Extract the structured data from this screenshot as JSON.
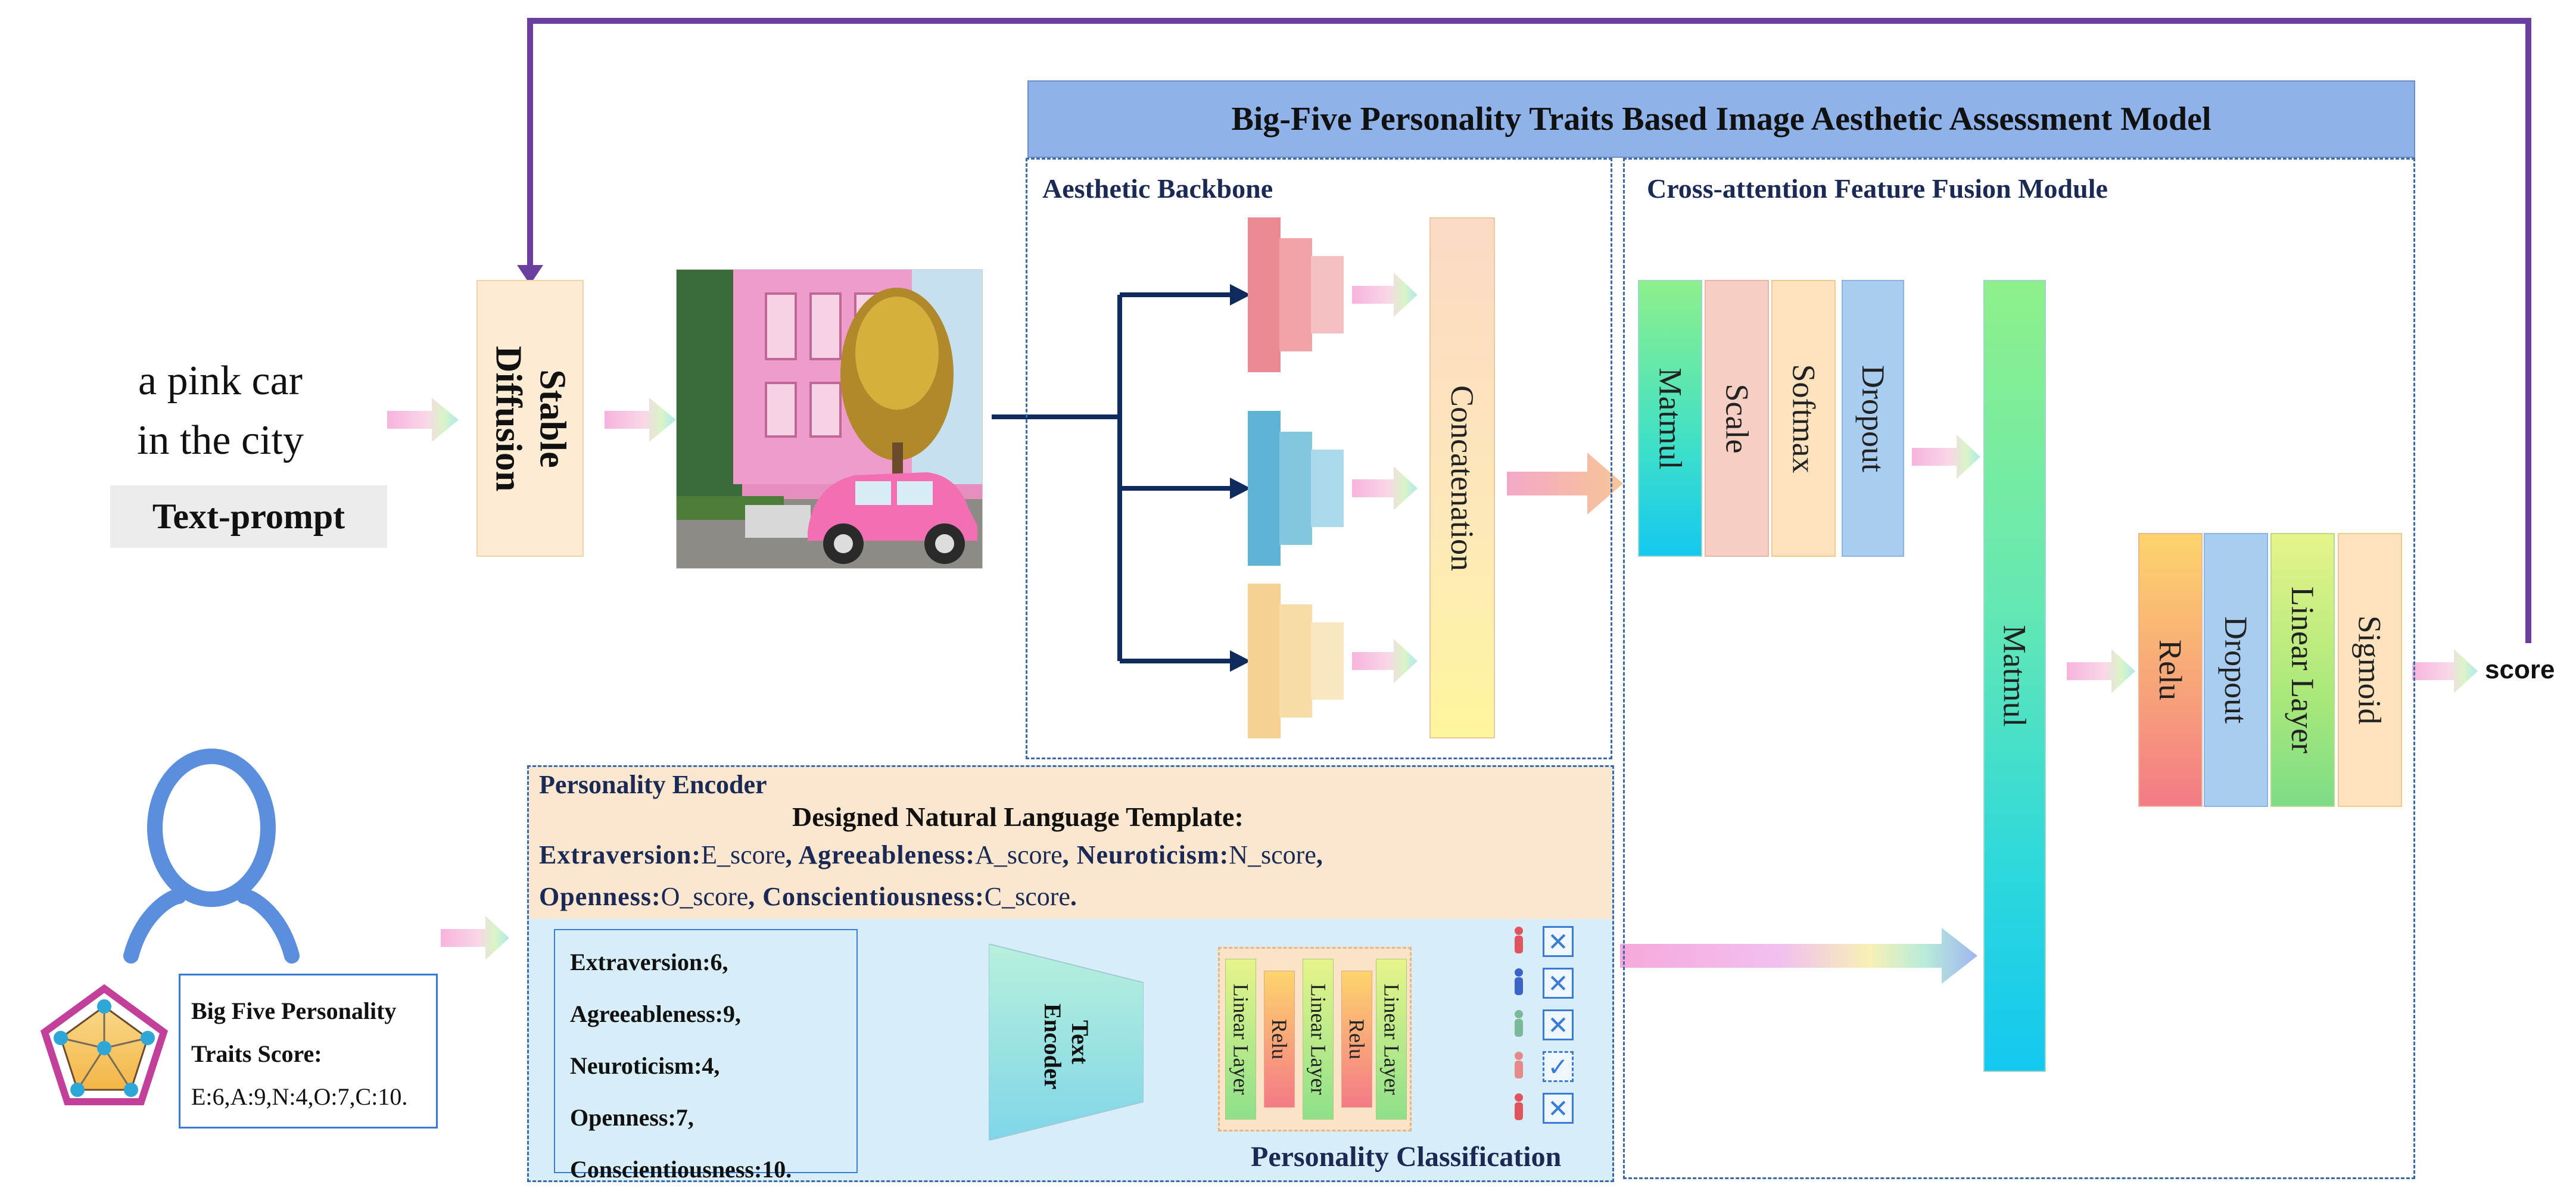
{
  "model_title": "Big-Five Personality Traits Based Image Aesthetic Assessment Model",
  "prompt": {
    "line1": "a pink car",
    "line2": "in the city",
    "caption": "Text-prompt"
  },
  "stable_diffusion": {
    "line1": "Stable",
    "line2": "Diffusion"
  },
  "aesthetic_backbone": {
    "title": "Aesthetic Backbone",
    "concat_label": "Concatenation"
  },
  "cross_attention": {
    "title": "Cross-attention Feature Fusion Module",
    "blocks": [
      "Matmul",
      "Scale",
      "Softmax",
      "Dropout"
    ],
    "matmul2": "Matmul"
  },
  "head": {
    "blocks": [
      "Relu",
      "Dropout",
      "Linear Layer",
      "Sigmoid"
    ],
    "output": "score"
  },
  "personality_encoder": {
    "title": "Personality Encoder",
    "template_title": "Designed Natural Language Template:",
    "template": [
      {
        "trait": "Extraversion",
        "value": "E_score"
      },
      {
        "trait": "Agreeableness",
        "value": "A_score"
      },
      {
        "trait": "Neuroticism",
        "value": "N_score"
      },
      {
        "trait": "Openness",
        "value": "O_score"
      },
      {
        "trait": "Conscientiousness",
        "value": "C_score"
      }
    ],
    "score_list": [
      "Extraversion:6,",
      "Agreeableness:9,",
      "Neuroticism:4,",
      "Openness:7,",
      "Conscientiousness:10."
    ],
    "text_encoder": "Text Encoder",
    "classifier_layers": [
      "Linear Layer",
      "Relu",
      "Linear Layer",
      "Relu",
      "Linear Layer"
    ],
    "classification_title": "Personality Classification"
  },
  "user_scores": {
    "line1": "Big Five Personality",
    "line2": "Traits Score:",
    "line3": "E:6,A:9,N:4,O:7,C:10."
  },
  "colors": {
    "title_bar": "#8fb3e8",
    "dashed_border": "#3a6aa8",
    "feedback_arrow": "#6b3fa0",
    "branch_arrow": "#0f2a5c",
    "encoder_bg": "#d7eef9",
    "template_bg": "#fbe7cf"
  }
}
